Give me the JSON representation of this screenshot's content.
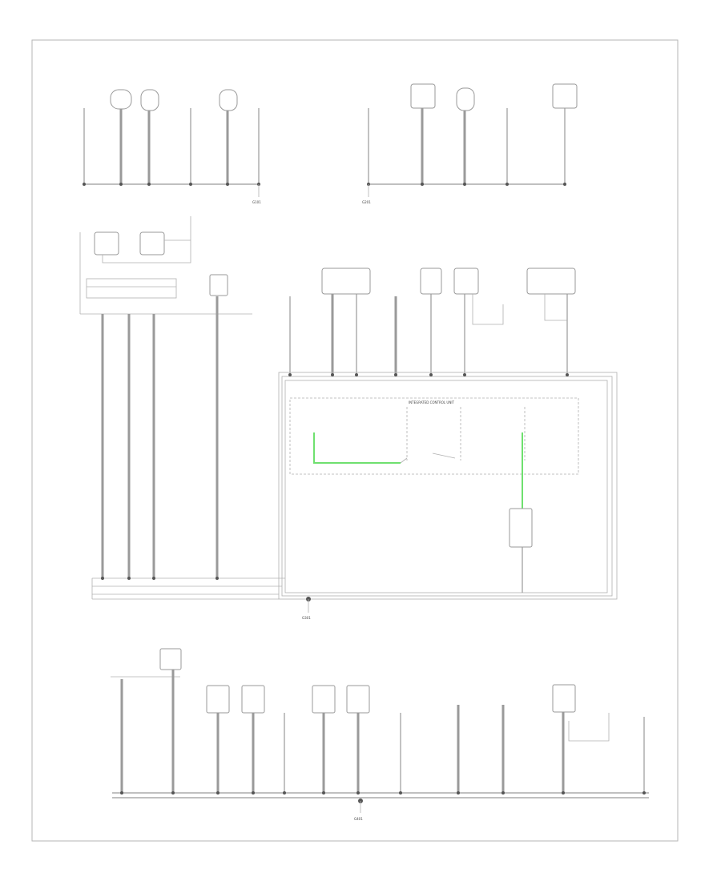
{
  "page": {
    "footer_code": ""
  },
  "labels": {
    "gnd_top_left": "G101",
    "gnd_top_right": "G201",
    "gnd_middle": "G301",
    "gnd_bottom": "G401",
    "module_box": "INTEGRATED CONTROL UNIT"
  }
}
